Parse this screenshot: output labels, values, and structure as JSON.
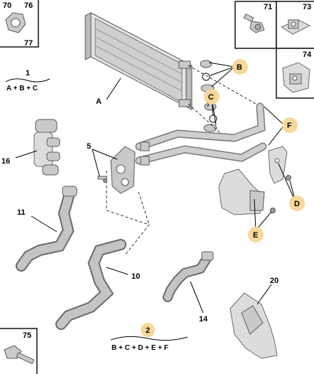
{
  "callouts": {
    "n1": "1",
    "n2": "2",
    "n5": "5",
    "n10": "10",
    "n11": "11",
    "n14": "14",
    "n16": "16",
    "n20": "20",
    "nA": "A",
    "n70": "70",
    "n71": "71",
    "n73": "73",
    "n74": "74",
    "n75": "75",
    "n76": "76",
    "n77": "77"
  },
  "badges": {
    "B": "B",
    "C": "C",
    "D": "D",
    "E": "E",
    "F": "F",
    "two": "2"
  },
  "formulas": {
    "set1": "A + B + C",
    "set2": "B + C + D + E + F"
  },
  "colors": {
    "badge_fill": "#f8d79a",
    "part_fill": "#c9c9c9",
    "outline": "#000000"
  }
}
